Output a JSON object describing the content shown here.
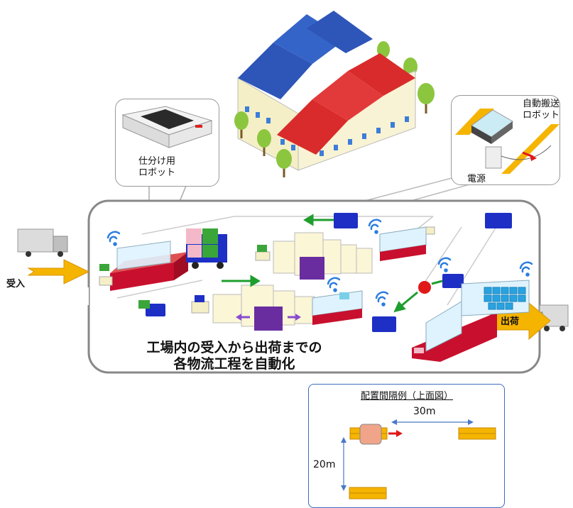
{
  "callouts": {
    "sorting_robot": "仕分け用\nロボット",
    "agv": "自動搬送\nロボット",
    "power": "電源"
  },
  "flow": {
    "inbound": "受入",
    "outbound": "出荷"
  },
  "headline": {
    "line1": "工場内の受入から出荷までの",
    "line2": "各物流工程を自動化"
  },
  "layout_example": {
    "title": "配置間隔例（上面図）",
    "distance_horizontal": "30m",
    "distance_vertical": "20m"
  },
  "colors": {
    "roof_blue": "#2e55b8",
    "roof_red": "#d92b2b",
    "wall": "#f4efc6",
    "tree": "#8cc63f",
    "arrow_yellow": "#f5b400",
    "agv_blue": "#1d2fc4",
    "conveyor_red": "#c8102e",
    "flow_green": "#1e9e2e",
    "inset_border": "#3c6bc0",
    "rail_orange": "#f5b400"
  }
}
